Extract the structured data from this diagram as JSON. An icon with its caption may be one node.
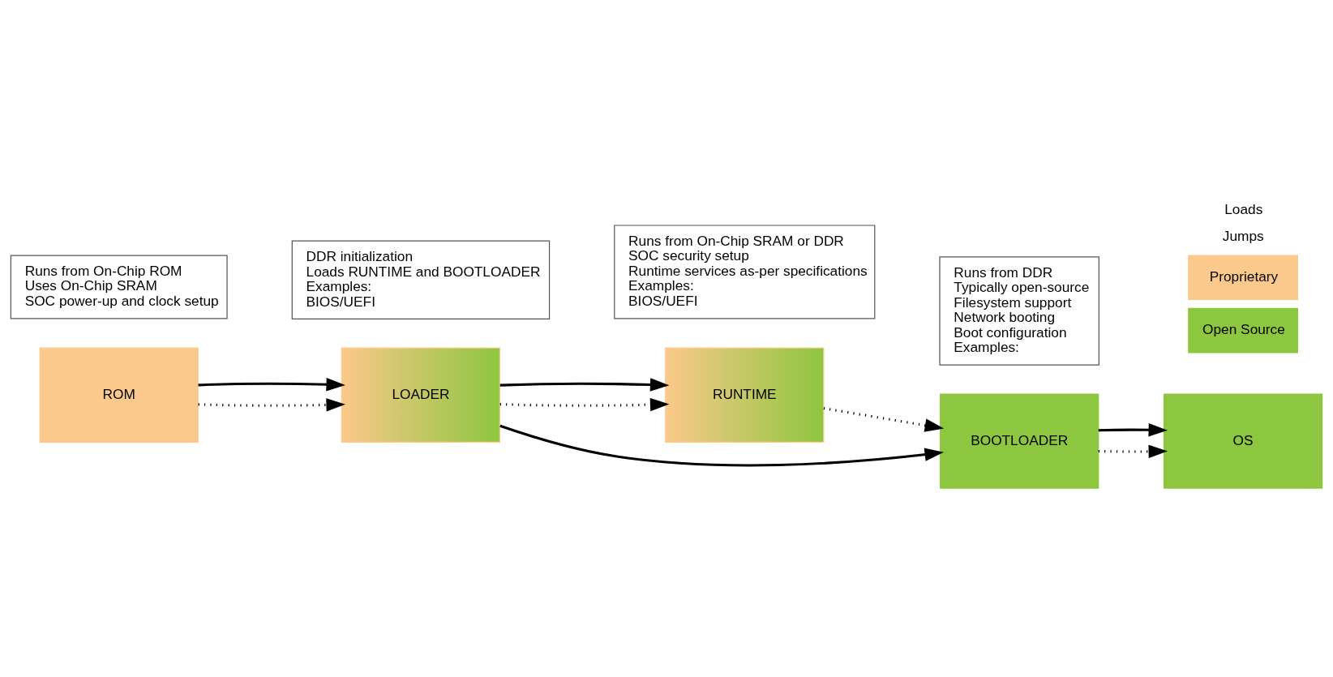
{
  "diagram": {
    "nodes": [
      {
        "text": [
          "ROM"
        ]
      },
      {
        "text": [
          "LOADER"
        ]
      },
      {
        "text": [
          "RUNTIME"
        ]
      },
      {
        "text": [
          "BOOTLOADER"
        ]
      },
      {
        "text": [
          "OS"
        ]
      },
      {
        "text": [
          "Runs from On-Chip ROM",
          "Uses On-Chip SRAM",
          "SOC power-up and clock setup"
        ]
      },
      {
        "text": [
          "DDR initialization",
          "Loads RUNTIME and BOOTLOADER",
          "Examples:",
          "BIOS/UEFI"
        ]
      },
      {
        "text": [
          "Runs from On-Chip SRAM or DDR",
          "SOC security setup",
          "Runtime services as-per specifications",
          "Examples:",
          "BIOS/UEFI"
        ]
      },
      {
        "text": [
          "Runs from DDR",
          "Typically open-source",
          "Filesystem support",
          "Network booting",
          "Boot configuration",
          "Examples:"
        ]
      }
    ],
    "edges": [
      {
        "from": 0,
        "to": 1,
        "arrow": "to",
        "style": "dashed"
      },
      {
        "from": 0,
        "to": 1,
        "arrow": "to"
      },
      {
        "from": 1,
        "to": 2,
        "arrow": "to",
        "style": "dashed"
      },
      {
        "from": 1,
        "to": 2,
        "arrow": "to"
      },
      {
        "from": 1,
        "to": 3,
        "arrow": "to"
      },
      {
        "from": 2,
        "to": 3,
        "arrow": "to",
        "style": "dashed"
      },
      {
        "from": 3,
        "to": 4,
        "arrow": "to",
        "style": "dashed"
      },
      {
        "from": 3,
        "to": 4,
        "arrow": "to"
      }
    ],
    "legend": [
      {
        "text": "Loads"
      },
      {
        "text": "Jumps"
      },
      {
        "text": "Proprietary",
        "color": "#fbc98b"
      },
      {
        "text": "Open Source",
        "color": "#8dc63f"
      }
    ]
  }
}
